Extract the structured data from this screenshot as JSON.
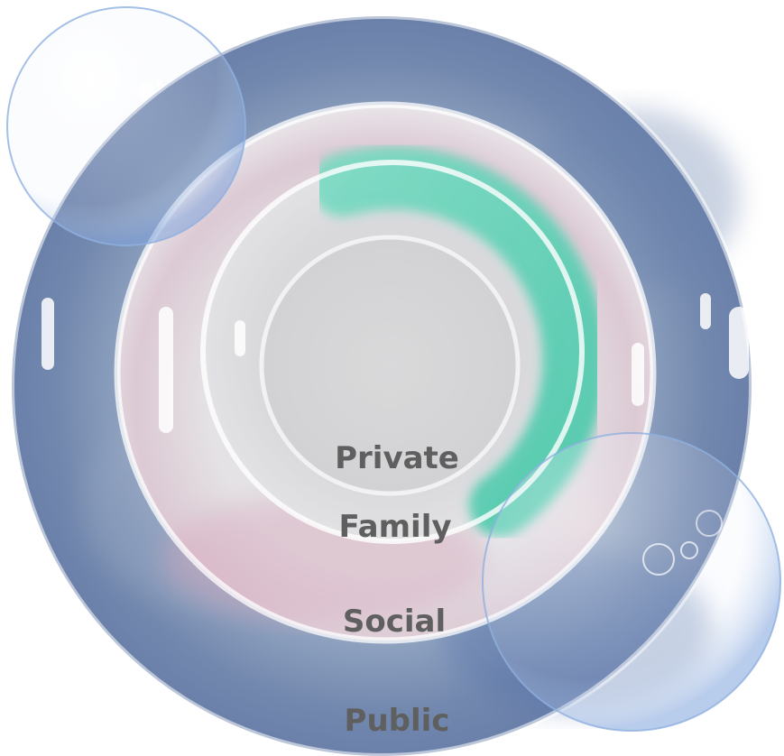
{
  "diagram": {
    "rings": [
      {
        "id": "public",
        "label": "Public"
      },
      {
        "id": "social",
        "label": "Social"
      },
      {
        "id": "family",
        "label": "Family"
      },
      {
        "id": "private",
        "label": "Private"
      }
    ]
  },
  "colors": {
    "public_ring": "#7f95b7",
    "public_ring_dark": "#5e77a4",
    "social_ring": "#e3dfe2",
    "social_ring_pink": "#d9b9c8",
    "family_ring": "#dcdcdf",
    "family_ring_teal": "#5cd3b7",
    "private_core": "#d8d8da",
    "label_text": "#5f5f5f",
    "bubble_edge": "#8fb0e0"
  }
}
